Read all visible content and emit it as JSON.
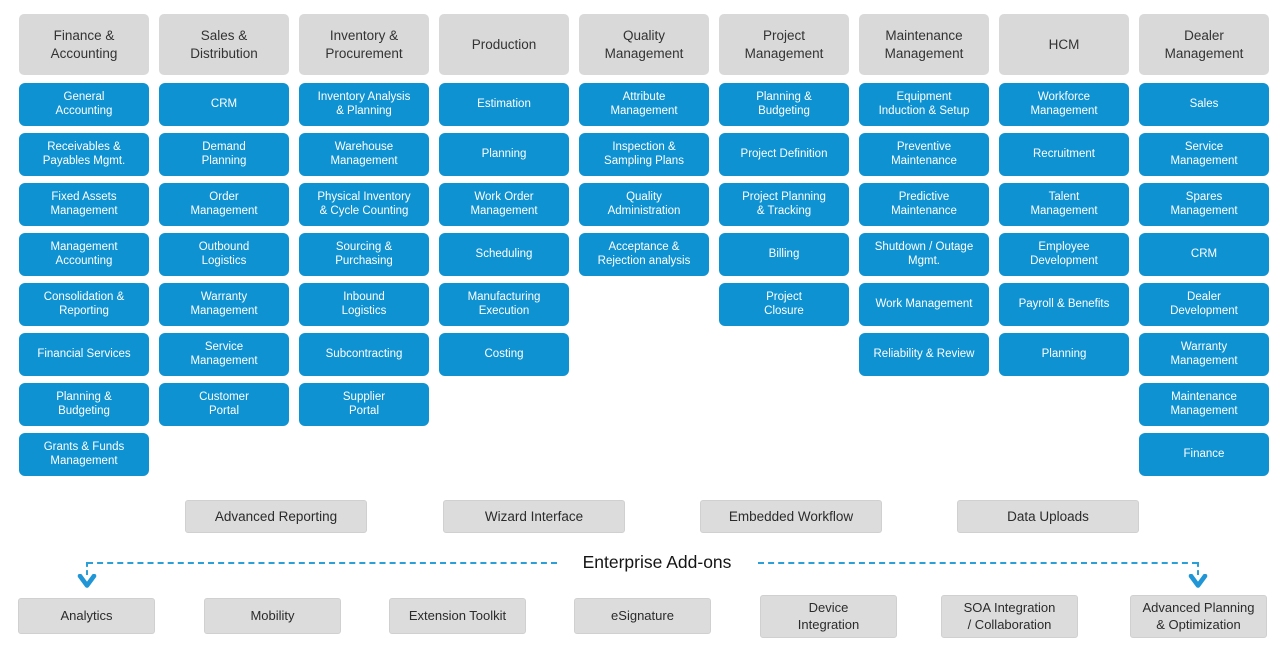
{
  "colors": {
    "module_blue": "#0f92d1",
    "header_gray": "#d9d9d9",
    "connector_blue": "#2a9fd8",
    "module_text": "#ffffff"
  },
  "columns": [
    {
      "header": "Finance &\nAccounting",
      "items": [
        "General\nAccounting",
        "Receivables &\nPayables Mgmt.",
        "Fixed Assets\nManagement",
        "Management\nAccounting",
        "Consolidation &\nReporting",
        "Financial Services",
        "Planning &\nBudgeting",
        "Grants & Funds\nManagement"
      ]
    },
    {
      "header": "Sales &\nDistribution",
      "items": [
        "CRM",
        "Demand\nPlanning",
        "Order\nManagement",
        "Outbound\nLogistics",
        "Warranty\nManagement",
        "Service\nManagement",
        "Customer\nPortal"
      ]
    },
    {
      "header": "Inventory &\nProcurement",
      "items": [
        "Inventory Analysis\n& Planning",
        "Warehouse\nManagement",
        "Physical Inventory\n& Cycle Counting",
        "Sourcing &\nPurchasing",
        "Inbound\nLogistics",
        "Subcontracting",
        "Supplier\nPortal"
      ]
    },
    {
      "header": "Production",
      "items": [
        "Estimation",
        "Planning",
        "Work Order\nManagement",
        "Scheduling",
        "Manufacturing\nExecution",
        "Costing"
      ]
    },
    {
      "header": "Quality\nManagement",
      "items": [
        "Attribute\nManagement",
        "Inspection &\nSampling Plans",
        "Quality\nAdministration",
        "Acceptance &\nRejection analysis"
      ]
    },
    {
      "header": "Project\nManagement",
      "items": [
        "Planning &\nBudgeting",
        "Project Definition",
        "Project Planning\n& Tracking",
        "Billing",
        "Project\nClosure"
      ]
    },
    {
      "header": "Maintenance\nManagement",
      "items": [
        "Equipment\nInduction & Setup",
        "Preventive\nMaintenance",
        "Predictive\nMaintenance",
        "Shutdown / Outage\nMgmt.",
        "Work Management",
        "Reliability & Review"
      ]
    },
    {
      "header": "HCM",
      "items": [
        "Workforce\nManagement",
        "Recruitment",
        "Talent\nManagement",
        "Employee\nDevelopment",
        "Payroll & Benefits",
        "Planning"
      ]
    },
    {
      "header": "Dealer\nManagement",
      "items": [
        "Sales",
        "Service\nManagement",
        "Spares\nManagement",
        "CRM",
        "Dealer\nDevelopment",
        "Warranty\nManagement",
        "Maintenance\nManagement",
        "Finance"
      ]
    }
  ],
  "platform_features": [
    "Advanced Reporting",
    "Wizard Interface",
    "Embedded Workflow",
    "Data Uploads"
  ],
  "addons": {
    "label": "Enterprise Add-ons",
    "items": [
      "Analytics",
      "Mobility",
      "Extension Toolkit",
      "eSignature",
      "Device\nIntegration",
      "SOA Integration\n/ Collaboration",
      "Advanced Planning\n& Optimization"
    ]
  }
}
